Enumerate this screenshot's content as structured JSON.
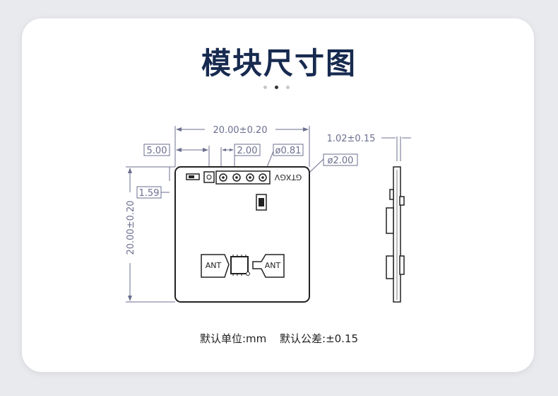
{
  "header": {
    "title": "模块尺寸图"
  },
  "carousel": {
    "active_index": 1,
    "count": 3
  },
  "dimensions": {
    "width": "20.00±0.20",
    "height": "20.00±0.20",
    "left_offset": "5.00",
    "pin_pitch": "2.00",
    "pin_diameter": "ø0.81",
    "hole_diameter": "ø2.00",
    "edge_offset": "1.59",
    "thickness": "1.02±0.15"
  },
  "pcb": {
    "pin_labels": "GTXGV",
    "antenna_left": "ANT",
    "antenna_right": "ANT"
  },
  "footer": {
    "unit": "默认单位:mm",
    "tolerance": "默认公差:±0.15"
  },
  "colors": {
    "title": "#172a4f",
    "dimension": "#6b6f8f",
    "outline": "#222222"
  }
}
